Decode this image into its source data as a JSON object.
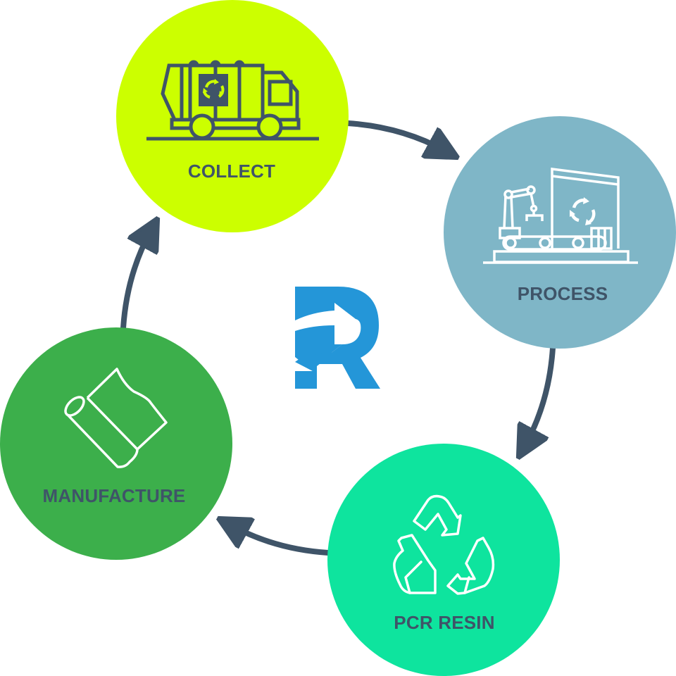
{
  "diagram": {
    "type": "cycle",
    "flow_direction": "clockwise",
    "colors": {
      "collect": "#CCFF00",
      "process": "#7FB6C7",
      "pcr_resin": "#0EE49E",
      "manufacture": "#3CAF4B",
      "label_text": "#3F5468",
      "arrow": "#3F5468",
      "logo": "#2496D8",
      "icon_dark": "#3F5468",
      "icon_light": "#FFFFFF"
    },
    "stages": [
      {
        "id": "collect",
        "label": "COLLECT",
        "icon": "garbage-truck-icon"
      },
      {
        "id": "process",
        "label": "PROCESS",
        "icon": "factory-conveyor-icon"
      },
      {
        "id": "pcr_resin",
        "label": "PCR RESIN",
        "icon": "recycle-icon"
      },
      {
        "id": "manufacture",
        "label": "MANUFACTURE",
        "icon": "film-roll-icon"
      }
    ],
    "connections": [
      {
        "from": "collect",
        "to": "process"
      },
      {
        "from": "process",
        "to": "pcr_resin"
      },
      {
        "from": "pcr_resin",
        "to": "manufacture"
      },
      {
        "from": "manufacture",
        "to": "collect"
      }
    ],
    "center_logo": {
      "icon": "r-logo-icon",
      "letter": "R"
    }
  }
}
